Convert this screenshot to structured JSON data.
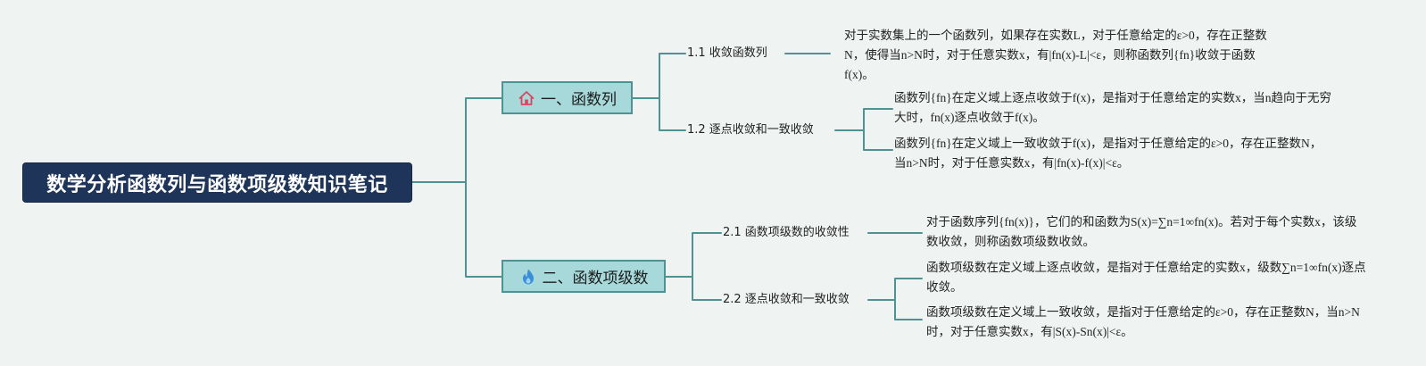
{
  "root": {
    "title": "数学分析函数列与函数项级数知识笔记"
  },
  "topics": [
    {
      "label": "一、函数列",
      "icon": "home-icon",
      "children": [
        {
          "label": "1.1 收敛函数列",
          "leaves": [
            "对于实数集上的一个函数列，如果存在实数L，对于任意给定的ε>0，存在正整数N，使得当n>N时，对于任意实数x，有|fn(x)-L|<ε，则称函数列{fn}收敛于函数f(x)。"
          ]
        },
        {
          "label": "1.2 逐点收敛和一致收敛",
          "leaves": [
            "函数列{fn}在定义域上逐点收敛于f(x)，是指对于任意给定的实数x，当n趋向于无穷大时，fn(x)逐点收敛于f(x)。",
            "函数列{fn}在定义域上一致收敛于f(x)，是指对于任意给定的ε>0，存在正整数N，当n>N时，对于任意实数x，有|fn(x)-f(x)|<ε。"
          ]
        }
      ]
    },
    {
      "label": "二、函数项级数",
      "icon": "flame-icon",
      "children": [
        {
          "label": "2.1 函数项级数的收敛性",
          "leaves": [
            "对于函数序列{fn(x)}，它们的和函数为S(x)=∑n=1∞fn(x)。若对于每个实数x，该级数收敛，则称函数项级数收敛。"
          ]
        },
        {
          "label": "2.2 逐点收敛和一致收敛",
          "leaves": [
            "函数项级数在定义域上逐点收敛，是指对于任意给定的实数x，级数∑n=1∞fn(x)逐点收敛。",
            "函数项级数在定义域上一致收敛，是指对于任意给定的ε>0，存在正整数N，当n>N时，对于任意实数x，有|S(x)-Sn(x)|<ε。"
          ]
        }
      ]
    }
  ],
  "colors": {
    "background": "#EFF3F1",
    "root_fill": "#1E3559",
    "topic_fill": "#A7D9DA",
    "topic_border": "#4F9293",
    "connector": "#4F9293",
    "home_icon": "#D9465F",
    "flame_icon": "#3A8FD9"
  }
}
